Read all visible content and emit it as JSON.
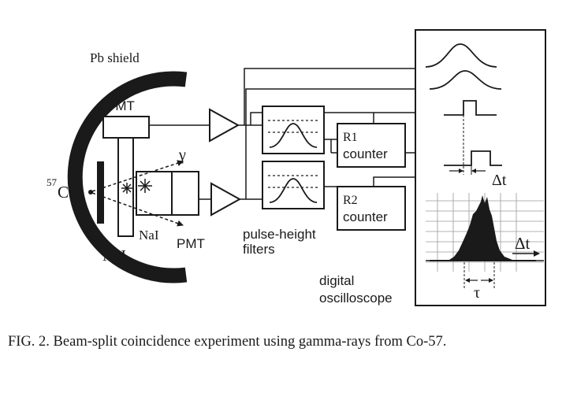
{
  "labels": {
    "pb_shield": "Pb shield",
    "pmt_top": "PMT",
    "pmt_bottom": "PMT",
    "gamma": "γ",
    "source_mass": "57",
    "source_element": "Co",
    "nai_right": "NaI",
    "nai_left": "NaI",
    "filters_line1": "pulse-height",
    "filters_line2": "filters",
    "r1_line1": "R1",
    "r1_line2": "counter",
    "r2_line1": "R2",
    "r2_line2": "counter",
    "delta_t_pulse": "Δt",
    "delta_t_hist": "Δt",
    "tau": "τ",
    "osc_line1": "digital",
    "osc_line2": "oscilloscope"
  },
  "caption": "FIG. 2.  Beam-split coincidence experiment using gamma-rays from Co-57."
}
